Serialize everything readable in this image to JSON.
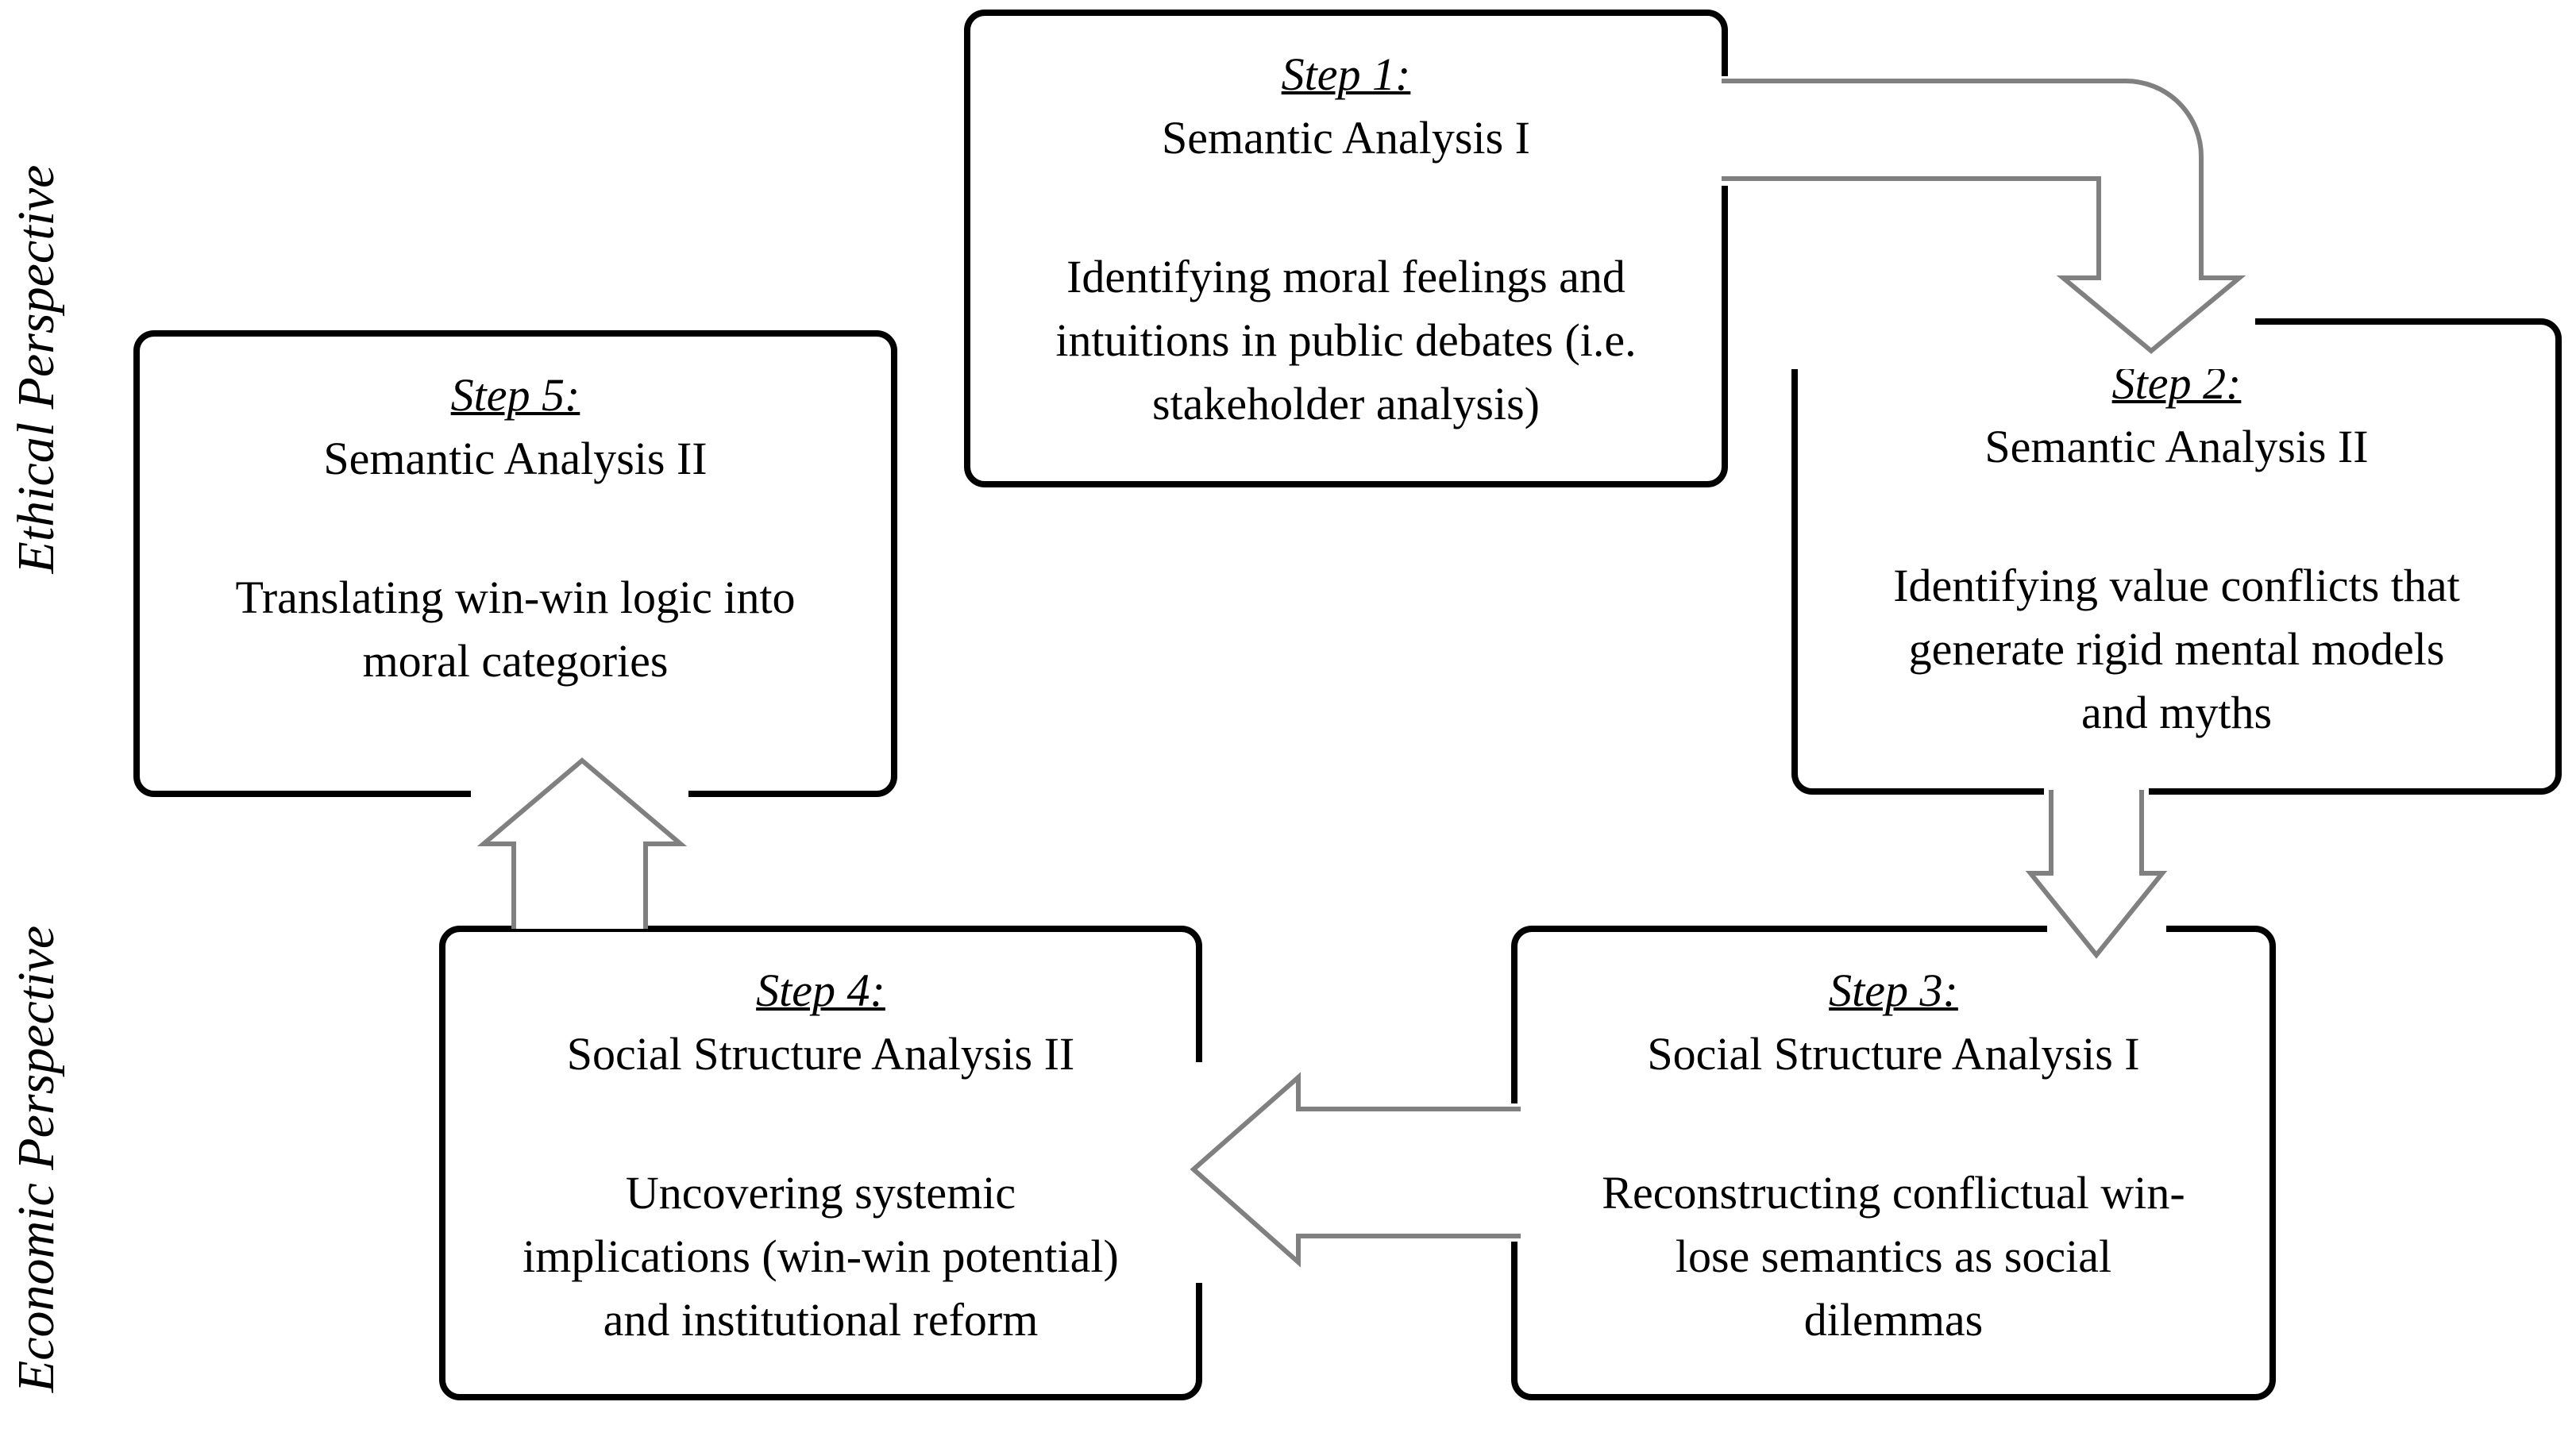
{
  "perspectives": {
    "ethical": {
      "label": "Ethical Perspective"
    },
    "economic": {
      "label": "Economic Perspective"
    }
  },
  "steps": [
    {
      "step_label": "Step 1:",
      "title": "Semantic Analysis I",
      "body": [
        "Identifying moral feelings and",
        "intuitions in public debates (i.e.",
        "stakeholder analysis)"
      ]
    },
    {
      "step_label": "Step 2:",
      "title": "Semantic Analysis II",
      "body": [
        "Identifying value conflicts that",
        "generate rigid mental models",
        "and myths"
      ]
    },
    {
      "step_label": "Step 3:",
      "title": "Social Structure Analysis I",
      "body": [
        "Reconstructing conflictual win-",
        "lose semantics as social",
        "dilemmas"
      ]
    },
    {
      "step_label": "Step 4:",
      "title": "Social Structure Analysis II",
      "body": [
        "Uncovering systemic",
        "implications (win-win potential)",
        "and institutional reform"
      ]
    },
    {
      "step_label": "Step 5:",
      "title": "Semantic Analysis II",
      "body": [
        "Translating win-win logic into",
        "moral categories"
      ]
    }
  ],
  "colors": {
    "background": "#ffffff",
    "box_border": "#000000",
    "text": "#000000",
    "arrow_outline": "#808080",
    "arrow_fill": "#ffffff"
  }
}
